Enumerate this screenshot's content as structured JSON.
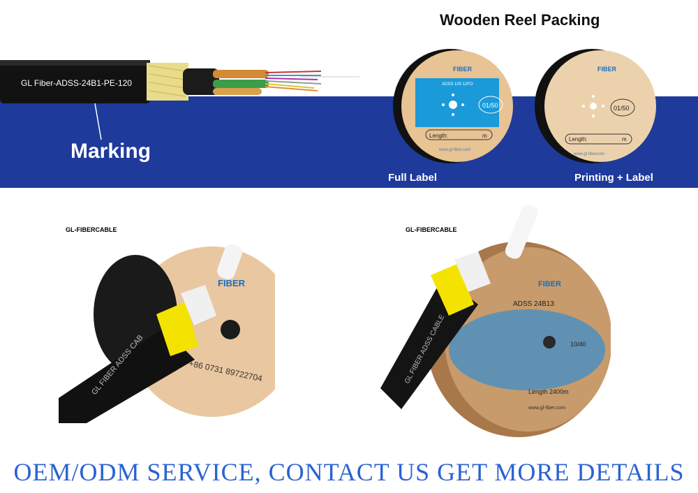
{
  "header": {
    "title": "Wooden Reel Packing"
  },
  "cable": {
    "marking_text": "GL Fiber-ADSS-24B1-PE-120",
    "marking_label": "Marking"
  },
  "reels": {
    "full_label": {
      "caption": "Full Label",
      "brand": "FIBER",
      "product": "ADSS 100 12FO",
      "count": "01/50",
      "length_label": "Length:",
      "length_unit": "m",
      "website": "www.gl-fiber.com"
    },
    "printing_label": {
      "caption": "Printing + Label",
      "brand": "FIBER",
      "count": "01/50",
      "length_label": "Length:",
      "length_unit": "m",
      "website": "www.gl-fibercom"
    }
  },
  "photos": {
    "left": {
      "brand": "FIBER",
      "phone": "+86 0731 89722704",
      "cable_text": "GL FIBER ADSS CAB",
      "watermark": "GL-FIBERCABLE"
    },
    "right": {
      "brand": "FIBER",
      "product": "ADSS 24B13",
      "count": "10/40",
      "length": "Length 2400m",
      "website": "www.gl-fiber.com",
      "cable_text": "GL FIBER ADSS CABLE",
      "watermark": "GL-FIBERCABLE"
    }
  },
  "footer": {
    "text": "OEM/ODM SERVICE, CONTACT US GET MORE DETAILS"
  },
  "colors": {
    "band": "#1e3a9a",
    "footer": "#2a63d0",
    "jacket": "#111111",
    "aramid": "#f3e500",
    "wood": "#e6b98a"
  }
}
